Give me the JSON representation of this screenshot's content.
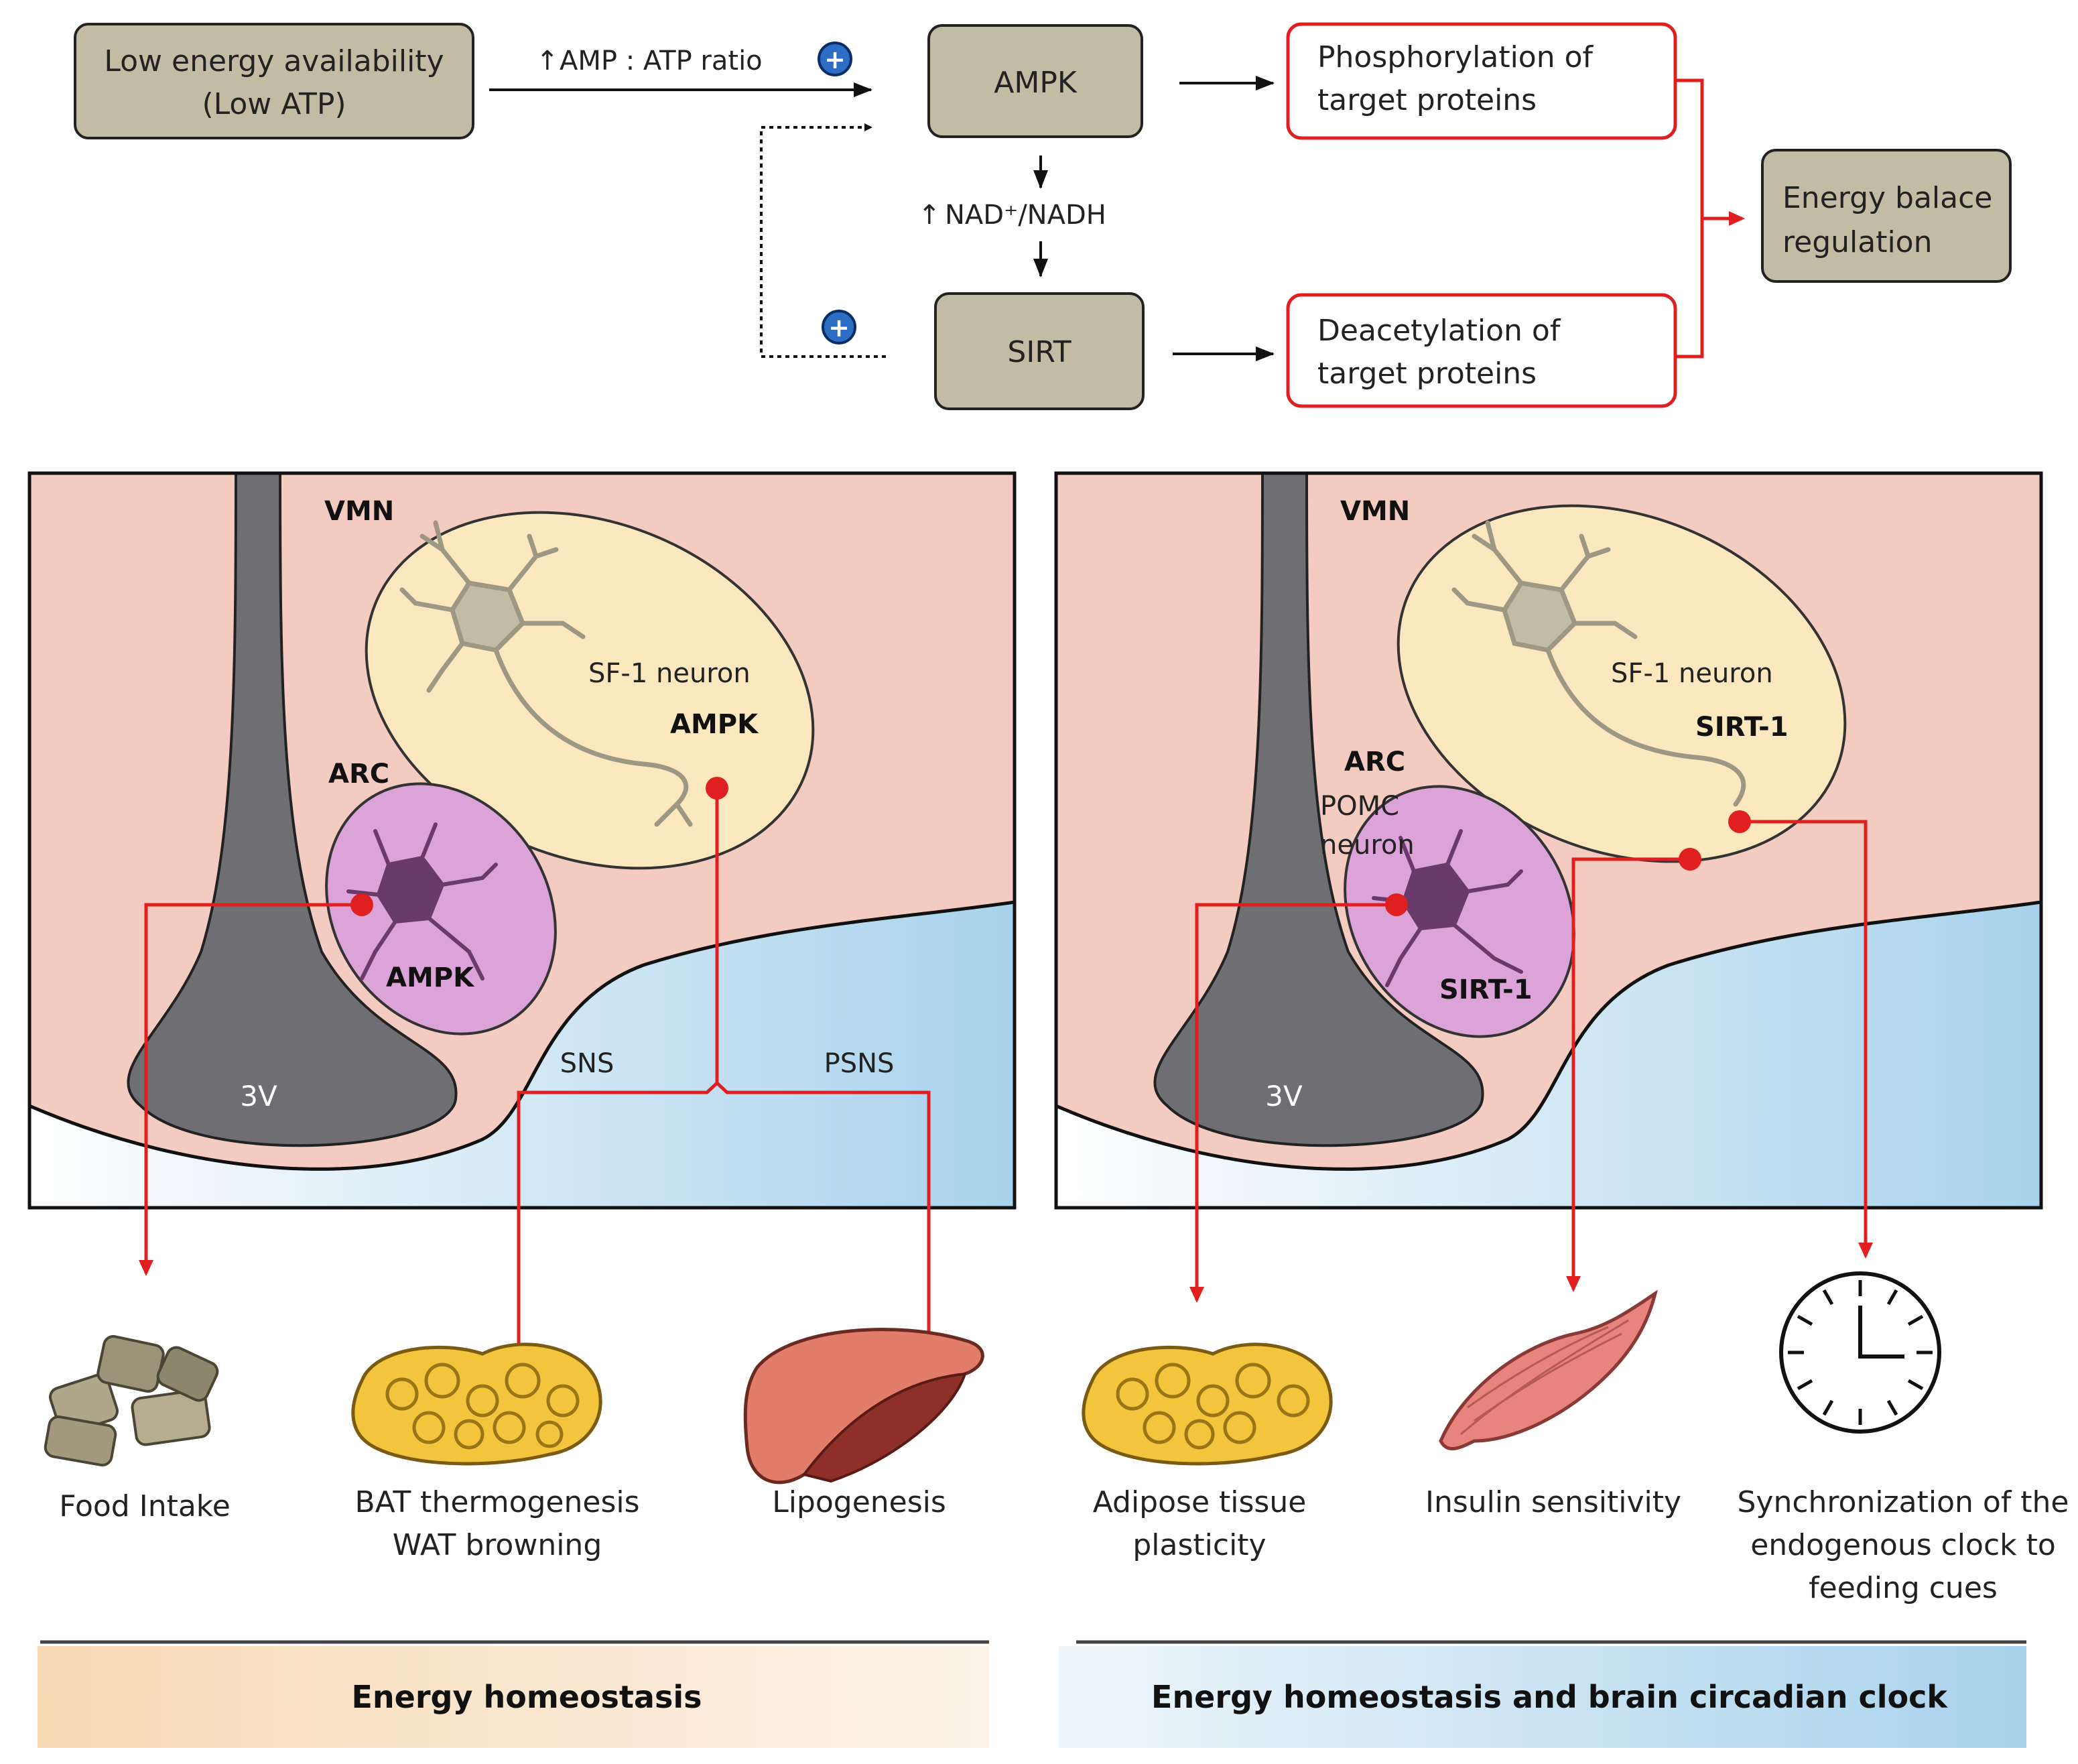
{
  "top": {
    "low_energy_line1": "Low energy availability",
    "low_energy_line2": "(Low ATP)",
    "amp_atp": "AMP : ATP ratio",
    "ampk": "AMPK",
    "nad_nadh": "NAD⁺/NADH",
    "sirt": "SIRT",
    "phos_line1": "Phosphorylation of",
    "phos_line2": "target proteins",
    "deac_line1": "Deacetylation of",
    "deac_line2": "target proteins",
    "energy_line1": "Energy balace",
    "energy_line2": "regulation",
    "up_arrow": "↑",
    "plus": "+"
  },
  "left_panel": {
    "vmn": "VMN",
    "sf1": "SF-1 neuron",
    "ampk_vmn": "AMPK",
    "arc": "ARC",
    "ampk_arc": "AMPK",
    "v3": "3V",
    "sns": "SNS",
    "psns": "PSNS"
  },
  "right_panel": {
    "vmn": "VMN",
    "sf1": "SF-1 neuron",
    "sirt1_vmn": "SIRT-1",
    "arc": "ARC",
    "pomc_line1": "POMC",
    "pomc_line2": "neuron",
    "sirt1_arc": "SIRT-1",
    "v3": "3V"
  },
  "outcomes": {
    "food": "Food Intake",
    "bat_line1": "BAT thermogenesis",
    "bat_line2": "WAT browning",
    "lipo": "Lipogenesis",
    "adipose_line1": "Adipose tissue",
    "adipose_line2": "plasticity",
    "insulin": "Insulin sensitivity",
    "sync_line1": "Synchronization of the",
    "sync_line2": "endogenous clock to",
    "sync_line3": "feeding cues"
  },
  "footer": {
    "left": "Energy homeostasis",
    "right": "Energy homeostasis and brain circadian clock"
  },
  "colors": {
    "box_fill": "#c2bca4",
    "red": "#e02020",
    "pink": "#f4cbc0",
    "blue": "#a8d2ec",
    "ventricle": "#6e6e73",
    "vmn_fill": "#fbe8bf",
    "arc_fill": "#dba3d8",
    "plus_blue": "#2d6ec4"
  }
}
